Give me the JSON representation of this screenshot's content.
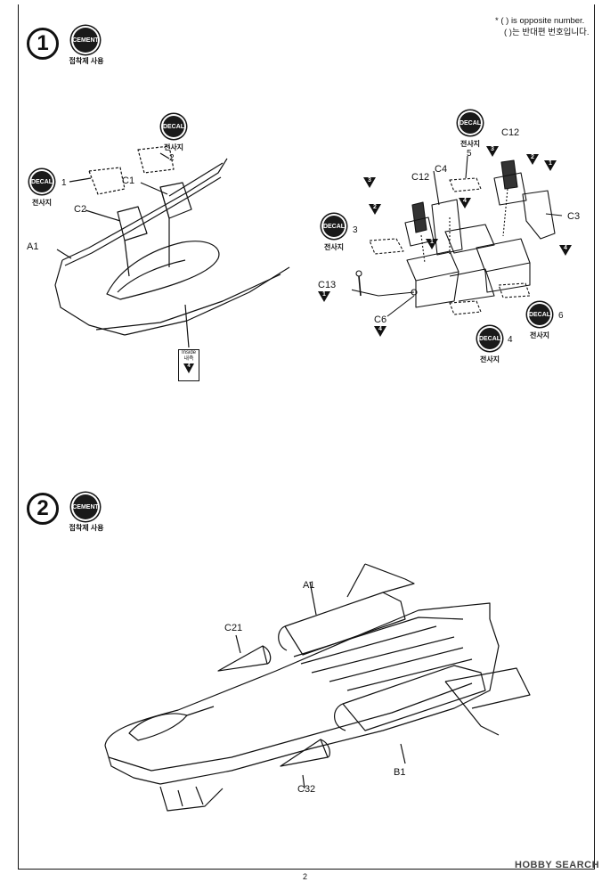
{
  "notes": {
    "line1": "* (    ) is opposite number.",
    "line2": "(    )는 반대편 번호입니다."
  },
  "step1": {
    "number": "1",
    "cement_badge": "CEMENT",
    "cement_caption": "접착제 사용",
    "decal_badge": "DECAL",
    "decal_caption": "전사지",
    "left_labels": {
      "a1": "A1",
      "c1": "C1",
      "c2": "C2",
      "n1": "1",
      "n2": "2"
    },
    "inside_box": {
      "line1": "Inside",
      "line2": "내측",
      "ref": "4"
    },
    "right_labels": {
      "c12a": "C12",
      "c12b": "C12",
      "c4": "C4",
      "c3": "C3",
      "c13": "C13",
      "c6": "C6",
      "n3": "3",
      "n4": "4",
      "n5": "5",
      "n6": "6"
    },
    "triangles": {
      "t1": "1",
      "t2": "2",
      "t3": "3",
      "t4": "4"
    }
  },
  "step2": {
    "number": "2",
    "cement_badge": "CEMENT",
    "cement_caption": "접착제 사용",
    "labels": {
      "a1": "A1",
      "c21": "C21",
      "b1": "B1",
      "c32": "C32"
    }
  },
  "footer": {
    "page": "2",
    "watermark": "HOBBY SEARCH"
  }
}
